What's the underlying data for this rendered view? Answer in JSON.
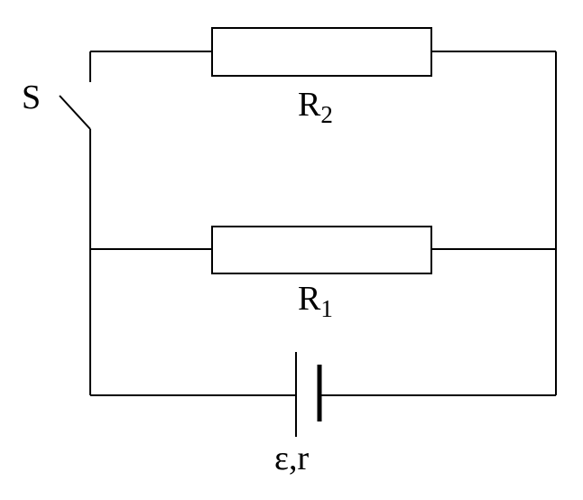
{
  "diagram": {
    "switch": {
      "label": "S",
      "state": "open"
    },
    "resistor_top": {
      "label": "R",
      "subscript": "2"
    },
    "resistor_middle": {
      "label": "R",
      "subscript": "1"
    },
    "battery": {
      "label": "ε,r"
    },
    "colors": {
      "stroke": "#000000",
      "background": "#ffffff"
    }
  }
}
